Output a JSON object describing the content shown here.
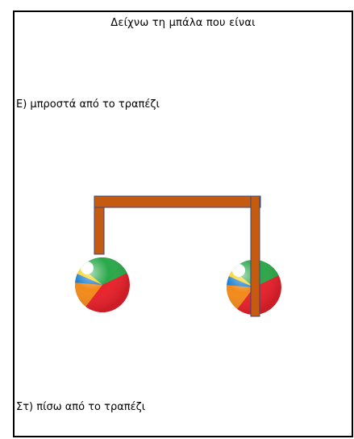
{
  "worksheet": {
    "instruction": "Δείχνω τη μπάλα που είναι",
    "option_e": "Ε) μπροστά από το τραπέζι",
    "option_st": "Στ) πίσω από το τραπέζι"
  },
  "colors": {
    "table": "#c55a11",
    "table_outline": "#3a4a7a",
    "ball_red": "#e8212b",
    "ball_green": "#2aa84a",
    "ball_orange": "#f28a1a",
    "ball_yellow": "#f4d21a",
    "ball_blue": "#1d7fd0"
  }
}
